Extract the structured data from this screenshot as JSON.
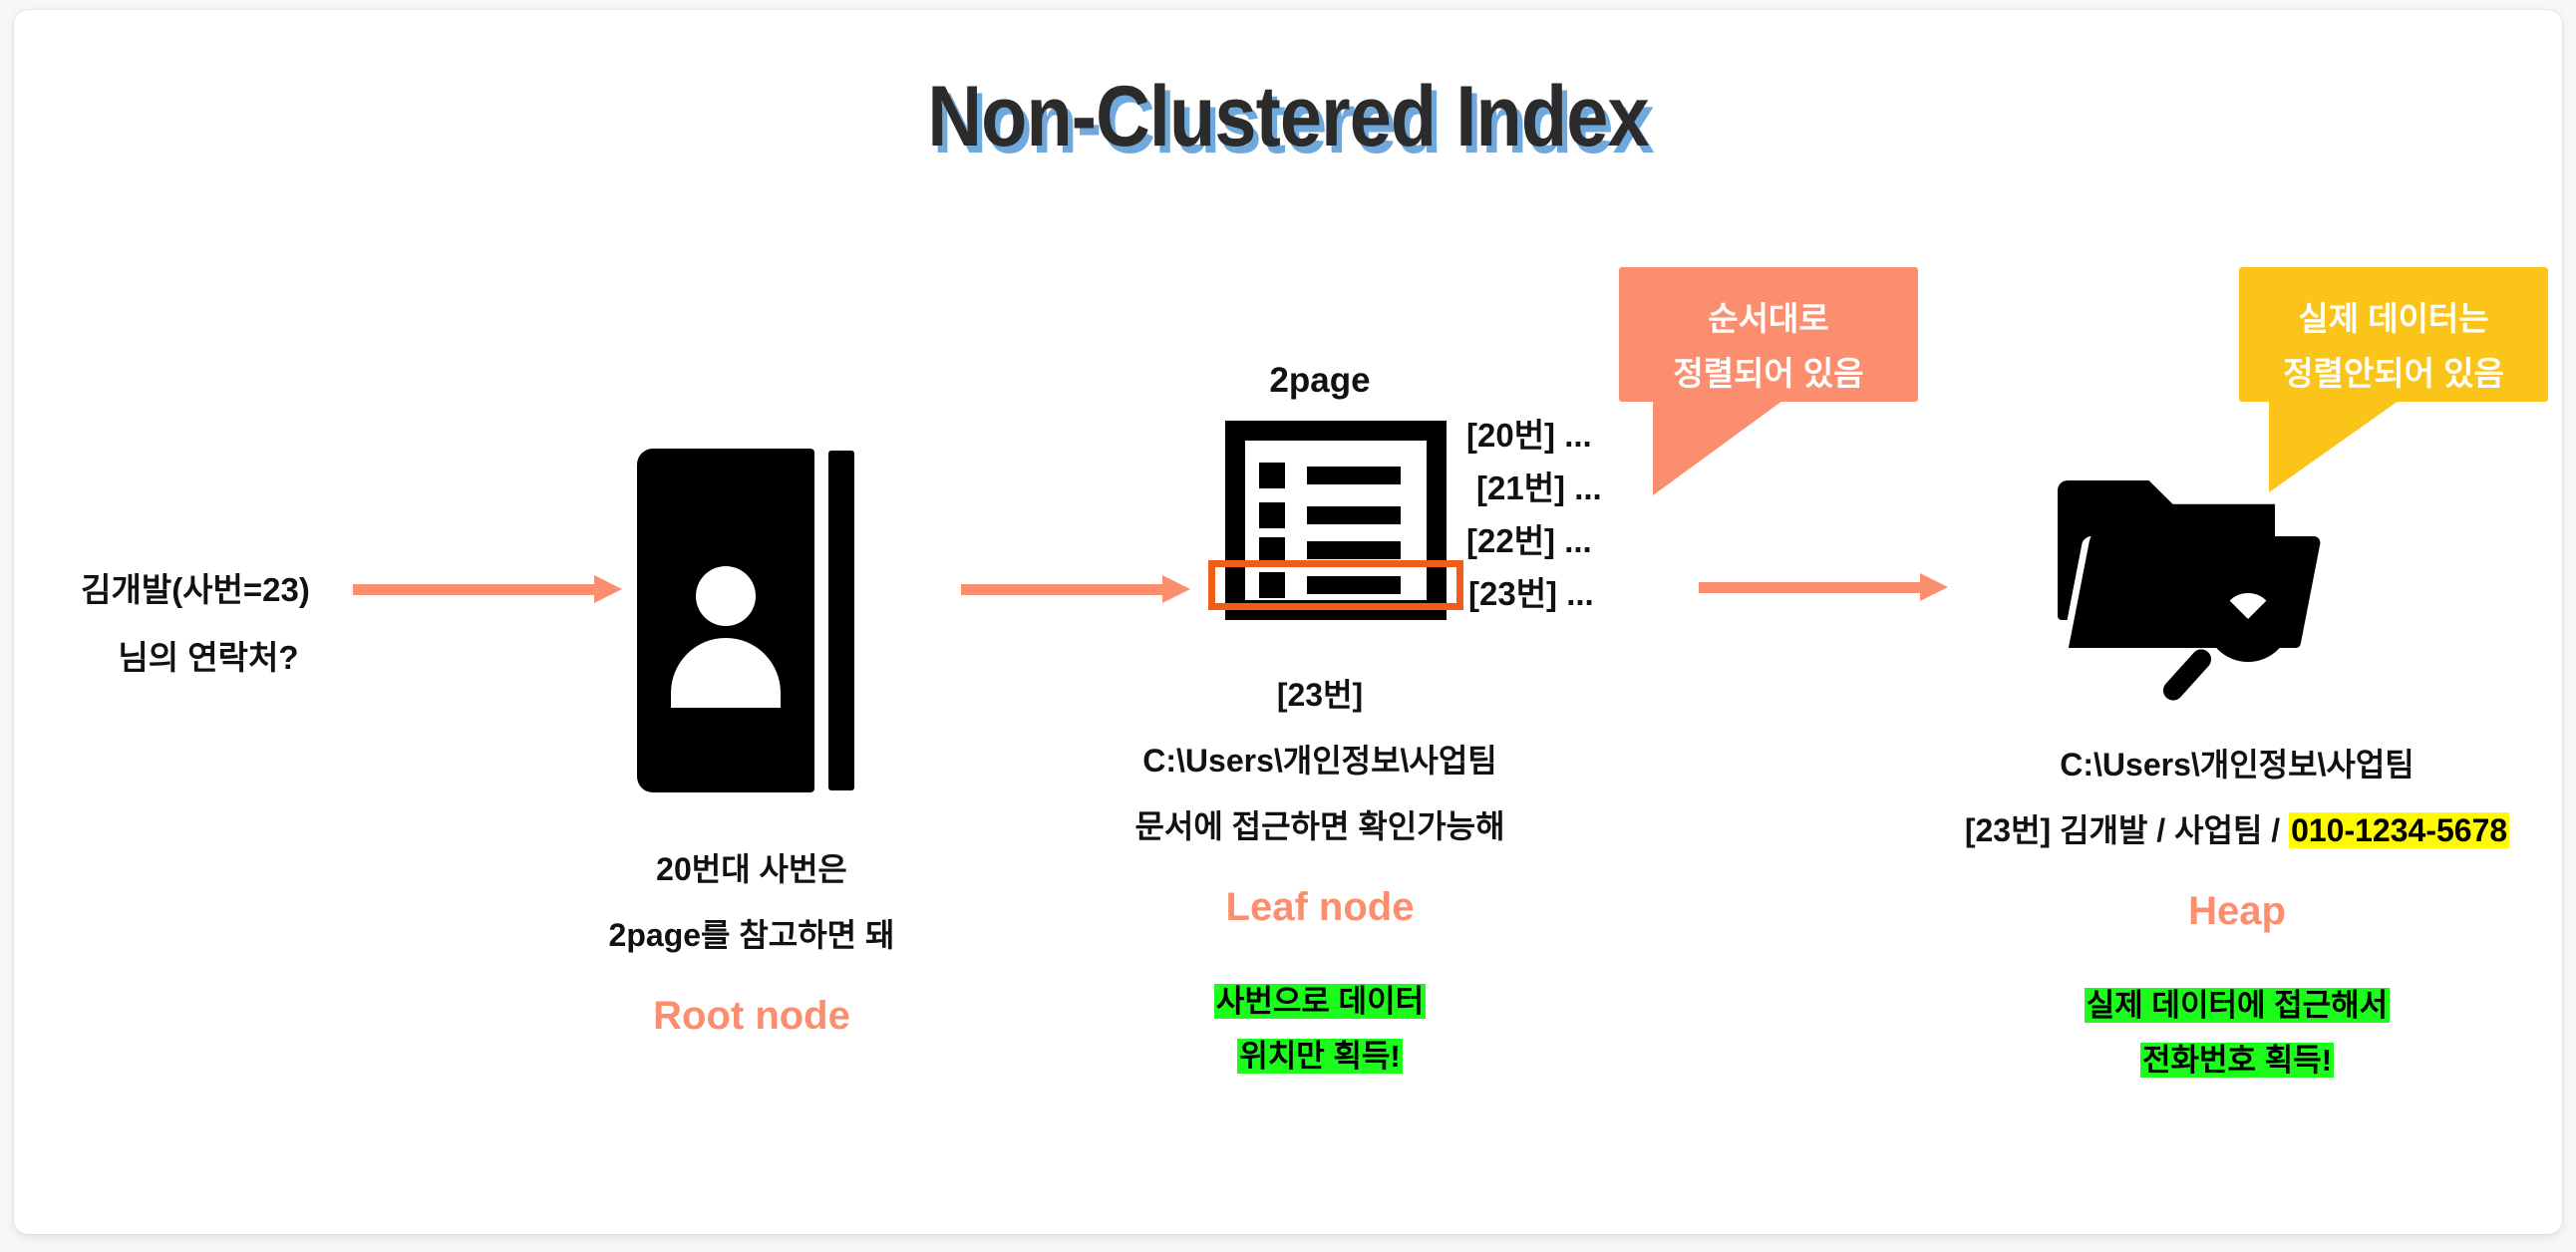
{
  "title": "Non-Clustered Index",
  "query": {
    "line1": "김개발(사번=23)",
    "line2": "님의 연락처?"
  },
  "arrows": {
    "arrow1_name": "arrow-query-to-root",
    "arrow2_name": "arrow-root-to-leaf",
    "arrow3_name": "arrow-leaf-to-heap",
    "color": "#fb8e6e"
  },
  "root_node": {
    "icon": "address-book-icon",
    "caption_line1": "20번대 사번은",
    "caption_line2": "2page를 참고하면 돼",
    "label": "Root node",
    "label_color": "#fb8e6e"
  },
  "leaf_node": {
    "page_label": "2page",
    "icon": "list-document-icon",
    "highlight_row": 4,
    "highlight_color": "#f25c19",
    "entries": [
      "[20번] ...",
      "[21번] ...",
      "[22번] ...",
      "[23번] ..."
    ],
    "caption_line1": "[23번]",
    "caption_line2": "C:\\Users\\개인정보\\사업팀",
    "caption_line3": "문서에 접근하면 확인가능해",
    "label": "Leaf node",
    "label_color": "#fb8e6e",
    "note_line1": "사번으로 데이터",
    "note_line2": "위치만 획득!",
    "note_highlight_color": "#1dfb1d"
  },
  "heap": {
    "icon": "folder-search-icon",
    "caption_line1": "C:\\Users\\개인정보\\사업팀",
    "caption_line2_prefix": "[23번] 김개발 / 사업팀 / ",
    "caption_line2_phone": "010-1234-5678",
    "phone_highlight_color": "#fffa00",
    "label": "Heap",
    "label_color": "#fb8e6e",
    "note_line1": "실제 데이터에 접근해서",
    "note_line2": "전화번호 획득!",
    "note_highlight_color": "#1dfb1d"
  },
  "callouts": {
    "sorted": {
      "line1": "순서대로",
      "line2": "정렬되어 있음",
      "color": "#fb8e6e"
    },
    "unsorted": {
      "line1": "실제 데이터는",
      "line2": "정렬안되어 있음",
      "color": "#fbc419"
    }
  }
}
